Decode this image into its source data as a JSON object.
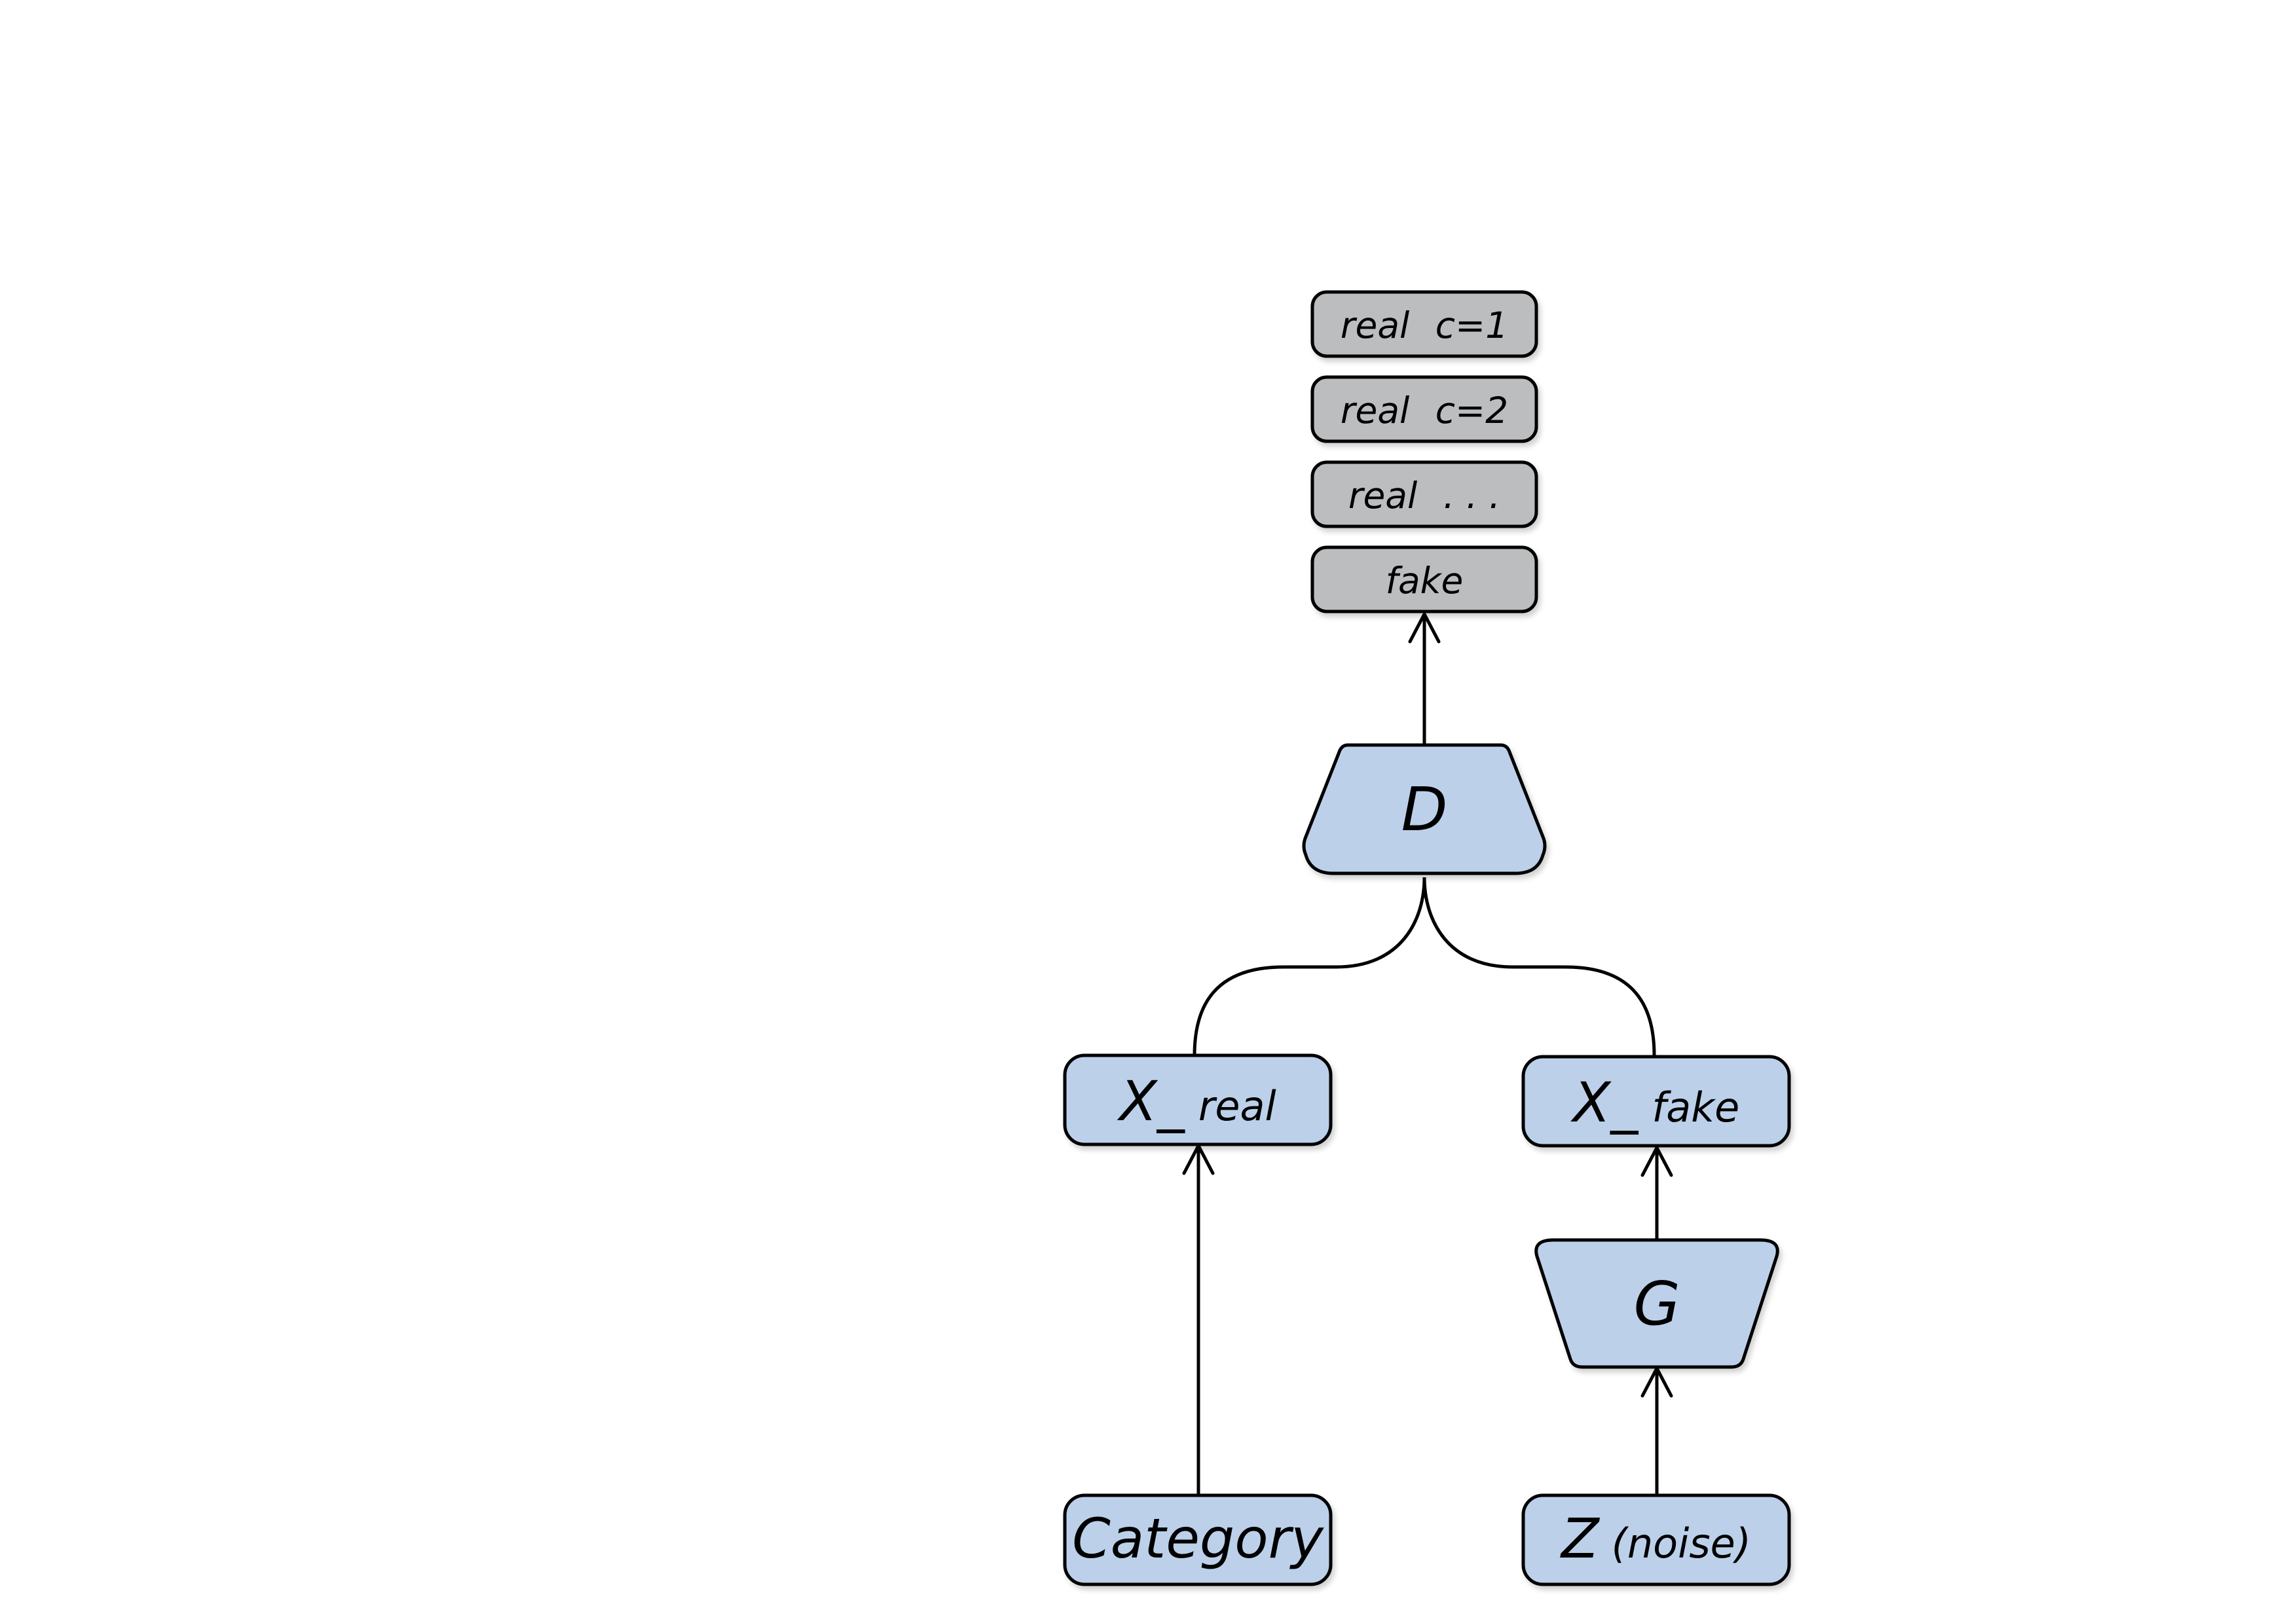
{
  "colors": {
    "node_fill": "#bcd0ea",
    "output_fill": "#bbbdbf",
    "stroke": "#000000"
  },
  "outputs": [
    {
      "word": "real",
      "tag": "c=1"
    },
    {
      "word": "real",
      "tag": ". . ."
    },
    {
      "word": "real",
      "tag": "c=2"
    },
    {
      "word": "fake",
      "tag": ""
    }
  ],
  "discriminator": {
    "label": "D"
  },
  "generator": {
    "label": "G"
  },
  "x_real": {
    "main": "X_",
    "sub": "real"
  },
  "x_fake": {
    "main": "X_",
    "sub": "fake"
  },
  "category": {
    "label": "Category"
  },
  "noise": {
    "main": "Z",
    "sub": "(noise)"
  }
}
